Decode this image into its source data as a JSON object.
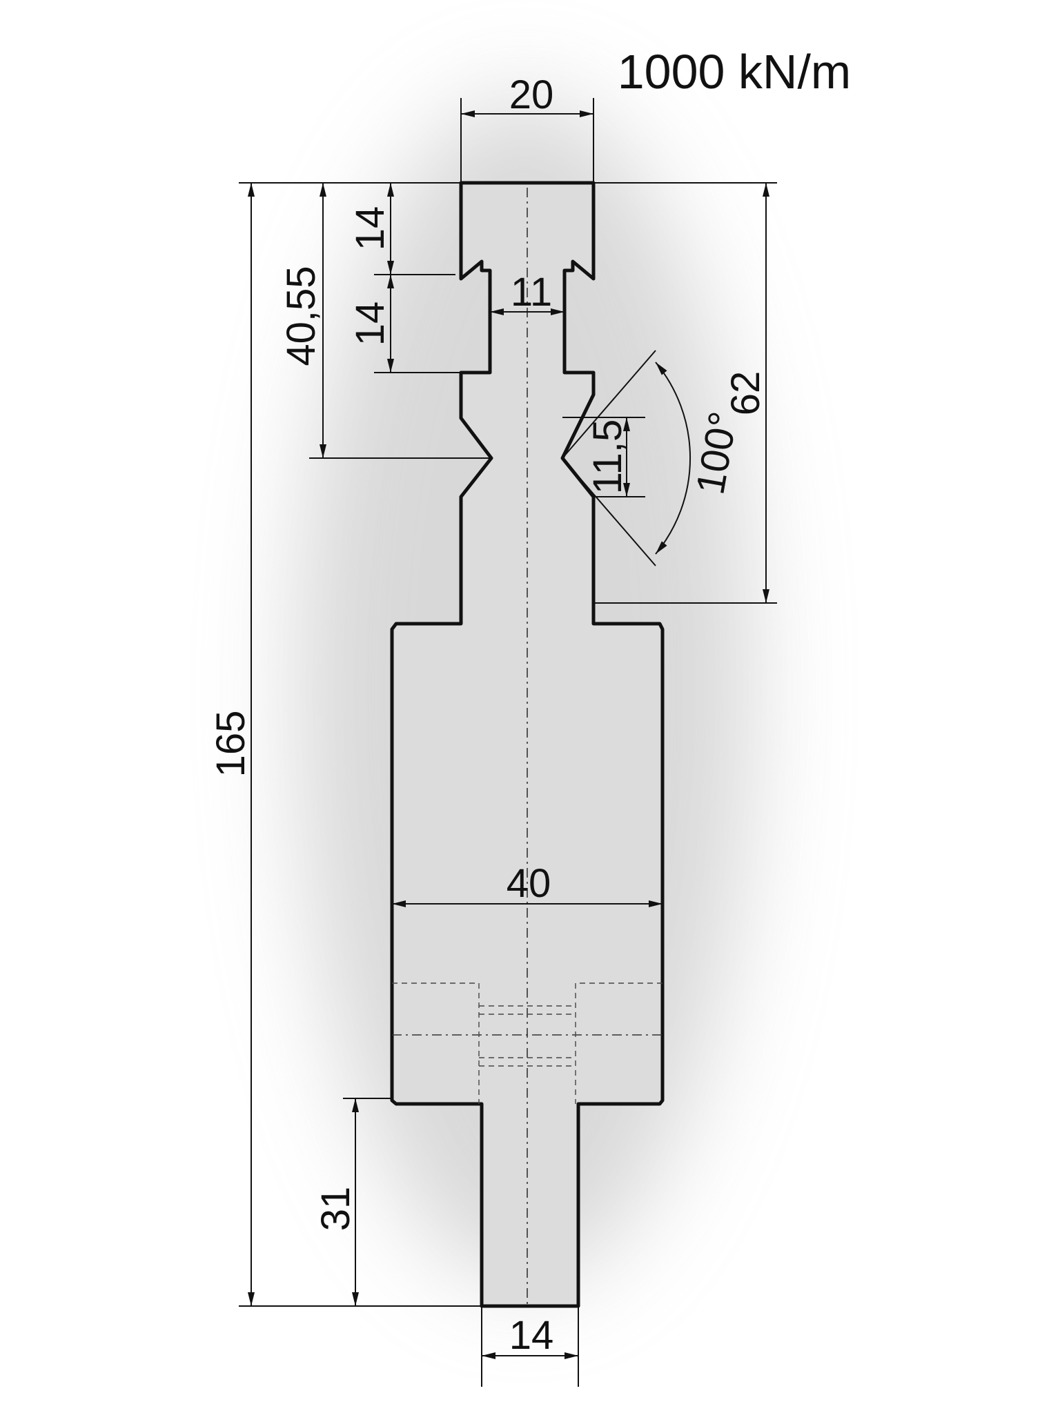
{
  "load_rating": "1000 kN/m",
  "dimensions": {
    "top_width": "20",
    "top_depth": "14",
    "groove_height": "14",
    "neck_width": "11",
    "notch_depth": "40,55",
    "notch_height": "11,5",
    "notch_angle": "100°",
    "upper_length": "62",
    "overall_height": "165",
    "body_width": "40",
    "tang_height": "31",
    "tang_width": "14"
  },
  "colors": {
    "part_fill": "#dcdcdc",
    "outline": "#111111",
    "shadow": "#c8c8c8"
  }
}
